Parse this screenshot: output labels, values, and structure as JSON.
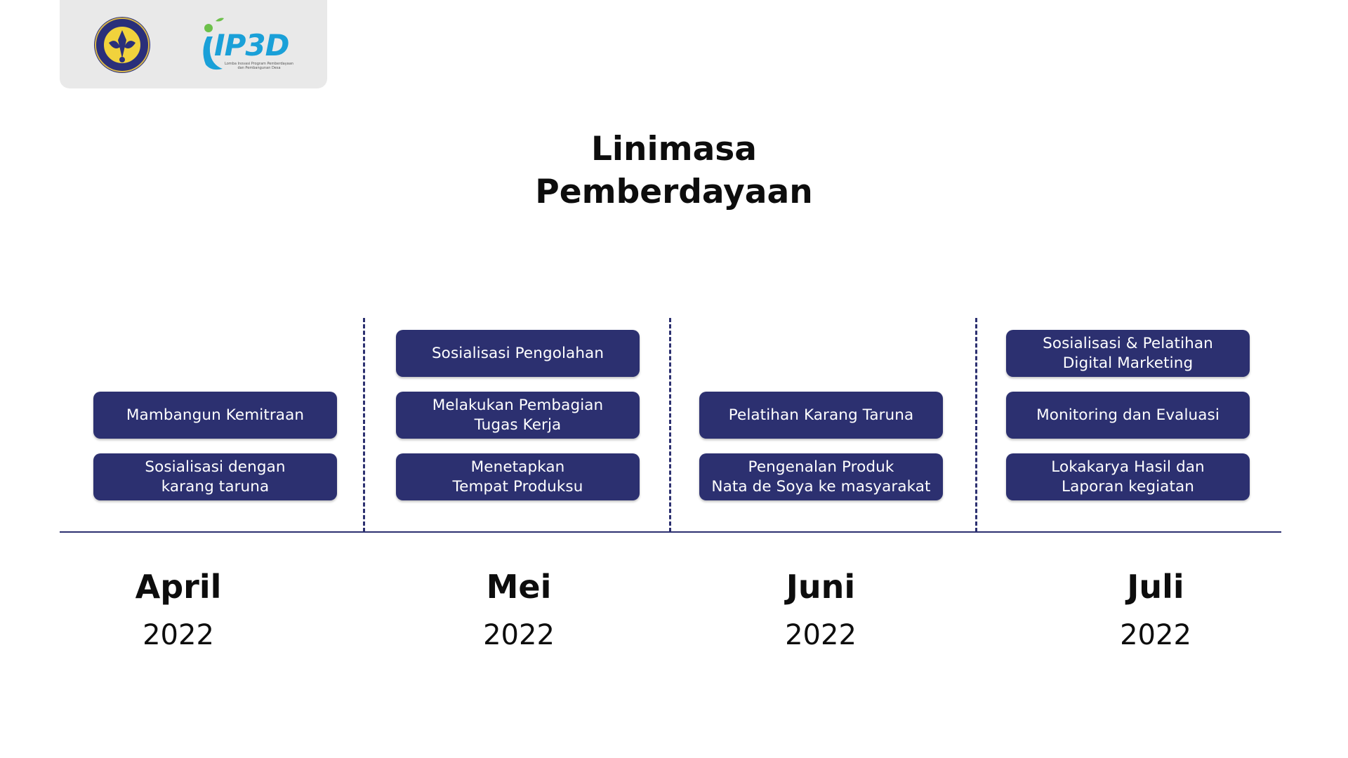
{
  "logos": {
    "ip3d_wordmark": "IP3D",
    "ip3d_tagline": "Lomba Inovasi Program Pemberdayaan dan Pembangunan Desa",
    "seal_icon": "university-seal-icon"
  },
  "title": {
    "line1": "Linimasa",
    "line2": "Pemberdayaan"
  },
  "colors": {
    "card": "#2c3070",
    "axis": "#2c3070",
    "text": "#0d0d0d",
    "ip3d_blue": "#1aa0d8",
    "ip3d_green": "#6cc04a"
  },
  "months": [
    {
      "name": "April",
      "year": "2022",
      "activities": [
        "Mambangun  Kemitraan",
        "Sosialisasi dengan\nkarang taruna"
      ]
    },
    {
      "name": "Mei",
      "year": "2022",
      "activities": [
        "Sosialisasi Pengolahan",
        "Melakukan Pembagian\nTugas Kerja",
        "Menetapkan\nTempat Produksu"
      ]
    },
    {
      "name": "Juni",
      "year": "2022",
      "activities": [
        "Pelatihan Karang Taruna",
        "Pengenalan Produk\nNata de Soya ke masyarakat"
      ]
    },
    {
      "name": "Juli",
      "year": "2022",
      "activities": [
        "Sosialisasi & Pelatihan\nDigital Marketing",
        "Monitoring dan Evaluasi",
        "Lokakarya Hasil dan\nLaporan kegiatan"
      ]
    }
  ]
}
